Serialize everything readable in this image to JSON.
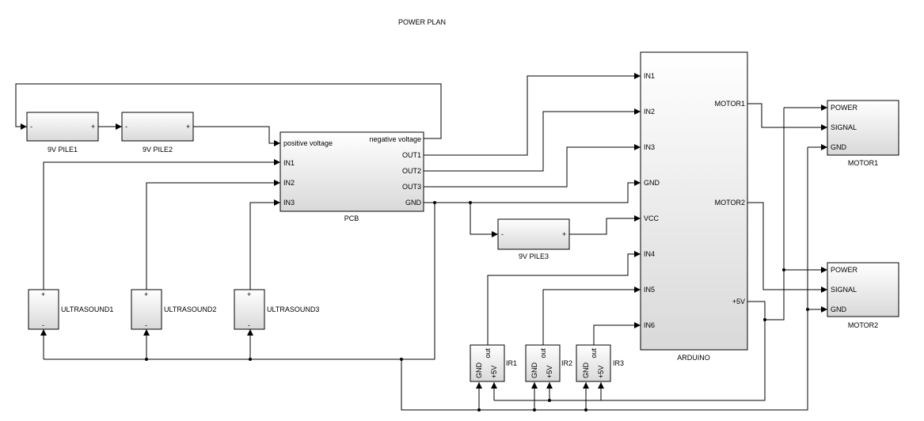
{
  "title": "POWER PLAN",
  "blocks": {
    "pile1": {
      "name": "9V PILE1",
      "minus": "-",
      "plus": "+"
    },
    "pile2": {
      "name": "9V PILE2",
      "minus": "-",
      "plus": "+"
    },
    "pile3": {
      "name": "9V PILE3",
      "minus": "-",
      "plus": "+"
    },
    "pcb": {
      "name": "PCB",
      "left_ports": [
        "positive voltage",
        "IN1",
        "IN2",
        "IN3"
      ],
      "right_ports": [
        "negative voltage",
        "OUT1",
        "OUT2",
        "OUT3",
        "GND"
      ]
    },
    "arduino": {
      "name": "ARDUINO",
      "left_ports": [
        "IN1",
        "IN2",
        "IN3",
        "GND",
        "VCC",
        "IN4",
        "IN5",
        "IN6"
      ],
      "right_ports": [
        "MOTOR1",
        "MOTOR2",
        "+5V"
      ]
    },
    "motor1": {
      "name": "MOTOR1",
      "ports": [
        "POWER",
        "SIGNAL",
        "GND"
      ]
    },
    "motor2": {
      "name": "MOTOR2",
      "ports": [
        "POWER",
        "SIGNAL",
        "GND"
      ]
    },
    "ultrasound1": {
      "name": "ULTRASOUND1",
      "plus": "+",
      "minus": "-"
    },
    "ultrasound2": {
      "name": "ULTRASOUND2",
      "plus": "+",
      "minus": "-"
    },
    "ultrasound3": {
      "name": "ULTRASOUND3",
      "plus": "+",
      "minus": "-"
    },
    "ir1": {
      "name": "IR1",
      "out": "out",
      "gnd": "GND",
      "v5": "+5V"
    },
    "ir2": {
      "name": "IR2",
      "out": "out",
      "gnd": "GND",
      "v5": "+5V"
    },
    "ir3": {
      "name": "IR3",
      "out": "out",
      "gnd": "GND",
      "v5": "+5V"
    }
  }
}
